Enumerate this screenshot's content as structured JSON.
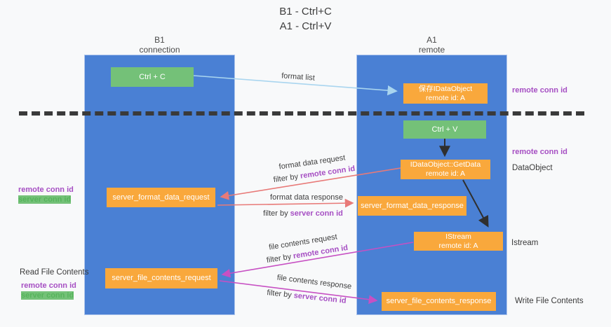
{
  "title": {
    "line1": "B1 - Ctrl+C",
    "line2": "A1 - Ctrl+V"
  },
  "columns": {
    "left": {
      "name": "B1",
      "subtitle": "connection"
    },
    "right": {
      "name": "A1",
      "subtitle": "remote"
    }
  },
  "nodes": {
    "ctrl_c": {
      "label": "Ctrl + C"
    },
    "save_idataobject": {
      "line1": "保存IDataObject",
      "line2": "remote id: A"
    },
    "ctrl_v": {
      "label": "Ctrl + V"
    },
    "getdata": {
      "line1": "IDataObject::GetData",
      "line2": "remote id: A"
    },
    "server_format_data_request": {
      "label": "server_format_data_request"
    },
    "server_format_data_response": {
      "label": "server_format_data_response"
    },
    "istream": {
      "line1": "IStream",
      "line2": "remote id: A"
    },
    "server_file_contents_request": {
      "label": "server_file_contents_request"
    },
    "server_file_contents_response": {
      "label": "server_file_contents_response"
    }
  },
  "edge_labels": {
    "format_list": "format list",
    "format_data_request": "format data request",
    "format_data_response": "format data response",
    "file_contents_request": "file contents request",
    "file_contents_response": "file contents response",
    "filter_by": "filter by ",
    "remote_conn_id": "remote conn id",
    "server_conn_id": "server conn id"
  },
  "side_labels": {
    "right_remote_conn_id_top": "remote conn id",
    "right_remote_conn_id_mid": "remote conn id",
    "dataobject": "DataObject",
    "istream": "Istream",
    "write_file_contents": "Write File Contents",
    "left_remote_conn_id_1": "remote conn id",
    "left_server_conn_id_1": "server conn id",
    "read_file_contents": "Read File Contents",
    "left_remote_conn_id_2": "remote conn id",
    "left_server_conn_id_2": "server conn id"
  },
  "colors": {
    "column_blue": "#4a80d4",
    "node_green": "#74c178",
    "node_orange": "#f9a83c",
    "arrow_red": "#e87a78",
    "arrow_magenta": "#c750c3",
    "arrow_light_blue": "#a9d5ef",
    "arrow_black": "#2f2f2f",
    "text_purple": "#a64fc3",
    "text_green": "#56b45c"
  }
}
